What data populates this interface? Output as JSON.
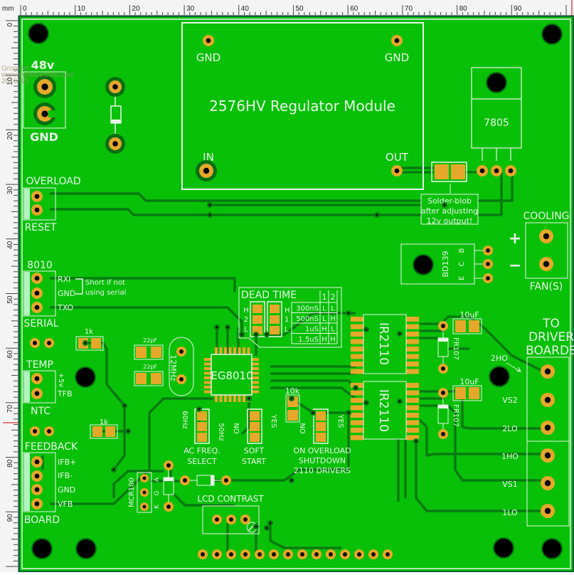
{
  "ruler": {
    "unit_label": "mm",
    "top_ticks": [
      "0",
      "10",
      "20",
      "30",
      "40",
      "50",
      "60",
      "70",
      "80",
      "90"
    ],
    "left_ticks": [
      "0",
      "10",
      "20",
      "30",
      "40",
      "50",
      "60",
      "70",
      "80",
      "90"
    ]
  },
  "watermark": [
    "Grogster",
    "www.thebackshed.com",
    "2016/9/2"
  ],
  "colors": {
    "board": "#08c008",
    "trace": "#067a10",
    "pad": "#e6a82a",
    "silk": "#e8f5e8",
    "hole": "#000000",
    "ruler_bg": "#f4f4f4"
  },
  "labels": {
    "power_in_top": "48v",
    "power_in_bottom": "GND",
    "overload": "OVERLOAD",
    "reset": "RESET",
    "serial_top": "8010",
    "serial_bottom": "SERIAL",
    "rxi": "RXI",
    "gnd_serial": "GND",
    "txo": "TXO",
    "short_note_1": "Short if not",
    "short_note_2": "using serial",
    "r1": "1k",
    "temp": "TEMP",
    "ntc": "NTC",
    "plus5v": "+5v",
    "tfb": "TFB",
    "r2": "1k",
    "feedback": "FEEDBACK",
    "board": "BOARD",
    "ifb_plus": "IFB+",
    "ifb_minus": "IFB-",
    "gnd_fb": "GND",
    "vfb": "VFB",
    "reg_module": "2576HV Regulator Module",
    "reg_gnd1": "GND",
    "reg_gnd2": "GND",
    "reg_in": "IN",
    "reg_out": "OUT",
    "vreg": "7805",
    "solder_note_1": "Solder-blob",
    "solder_note_2": "after adjusting",
    "solder_note_3": "12v output!",
    "cooling": "COOLING",
    "fans": "FAN(S)",
    "plus": "+",
    "minus": "−",
    "transistor": "BD139",
    "pin_b": "B",
    "pin_c": "C",
    "pin_e": "E",
    "dead_time": "DEAD TIME",
    "dt_h": "H",
    "dt_2": "2",
    "dt_l": "L",
    "dt_h2": "H",
    "dt_1": "1",
    "dt_l2": "L",
    "cap1": "22pF",
    "cap2": "22pF",
    "crystal": "12MHz",
    "mcu": "EG8010",
    "driver1": "IR2110",
    "driver2": "IR2110",
    "cap_10uf_1": "10uF",
    "cap_10uf_2": "10uF",
    "diode1": "FR107",
    "diode2": "FR107",
    "to_driver_1": "TO",
    "to_driver_2": "DRIVER",
    "to_driver_3": "BOARDS",
    "out_2ho": "2HO",
    "out_vs2": "VS2",
    "out_2lo": "2LO",
    "out_1ho": "1HO",
    "out_vs1": "VS1",
    "out_1lo": "1LO",
    "r3": "10k",
    "hz60": "60Hz",
    "hz50": "50Hz",
    "no1": "NO",
    "yes1": "YES",
    "no2": "NO",
    "yes2": "YES",
    "ac_freq_1": "AC FREQ.",
    "ac_freq_2": "SELECT",
    "soft_1": "SOFT",
    "soft_2": "START",
    "ovl_1": "ON OVERLOAD",
    "ovl_2": "SHUTDOWN",
    "ovl_3": "2110 DRIVERS",
    "scr": "MCR100",
    "scr_k": "K",
    "scr_g": "G",
    "scr_a": "A",
    "lcd_contrast": "LCD CONTRAST"
  },
  "dead_time_table": {
    "headers": [
      "",
      "1",
      "2"
    ],
    "rows": [
      [
        "300nS",
        "L",
        "L"
      ],
      [
        "500nS",
        "L",
        "H"
      ],
      [
        "1uS",
        "H",
        "L"
      ],
      [
        "1.5uS",
        "H",
        "H"
      ]
    ]
  }
}
